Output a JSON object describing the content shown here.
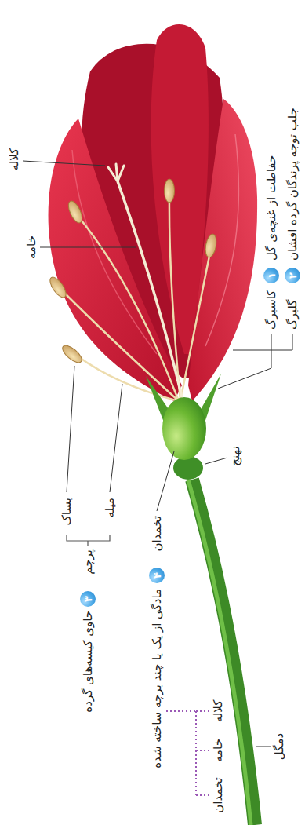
{
  "diagram": {
    "nodes": [
      {
        "text": [
          "۱"
        ]
      },
      {
        "text": [
          "۲"
        ]
      },
      {
        "text": [
          "۳"
        ]
      },
      {
        "text": [
          "۴"
        ]
      }
    ],
    "labels": [
      "جلب توجه پرندگان گرده افشان",
      "گلبرگ",
      "حفاظت از غنچه‌ی گل",
      "کاسبرگ",
      "کلاله",
      "خامه",
      "بساک",
      "میله",
      "پرچم",
      "حاوی کیسه‌های گرده",
      "تخمدان",
      "مادگی از یک یا چند برچه ساخته شده",
      "نهنج",
      "دمگل",
      "کلاله",
      "خامه",
      "تخمدان"
    ]
  }
}
